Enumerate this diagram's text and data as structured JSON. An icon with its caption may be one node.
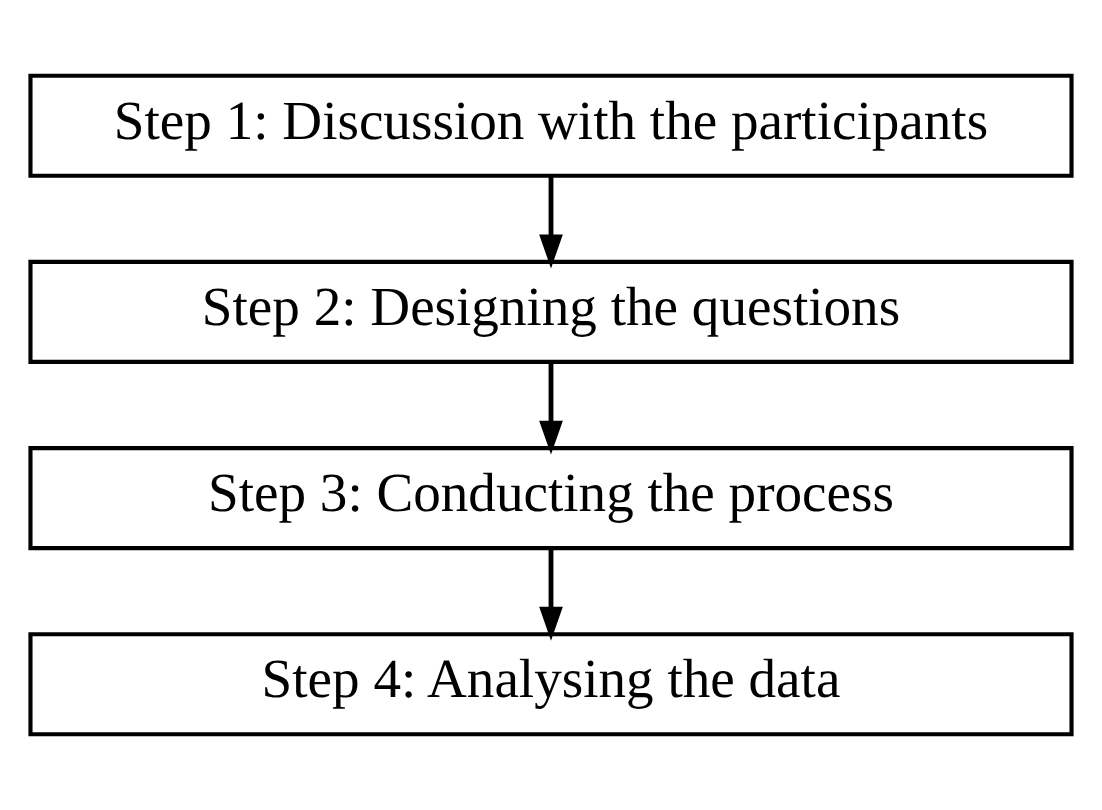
{
  "diagram": {
    "nodes": [
      {
        "text": [
          "Step 1: Discussion with the participants"
        ]
      },
      {
        "text": [
          "Step 2: Designing the questions"
        ]
      },
      {
        "text": [
          "Step 3: Conducting the process"
        ]
      },
      {
        "text": [
          "Step 4: Analysing the data"
        ]
      }
    ],
    "edges": [
      {
        "from": 0,
        "to": 1,
        "arrow": "to"
      },
      {
        "from": 1,
        "to": 2,
        "arrow": "to"
      },
      {
        "from": 2,
        "to": 3,
        "arrow": "to"
      }
    ]
  }
}
